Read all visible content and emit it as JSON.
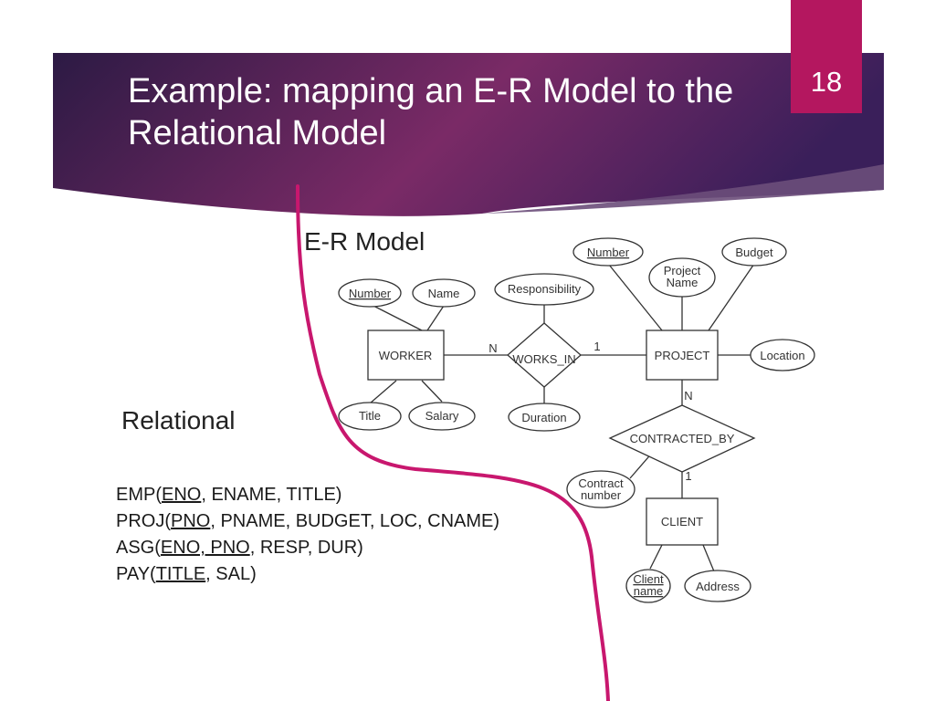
{
  "slide": {
    "title": "Example: mapping an E-R Model to the Relational Model",
    "page_number": "18"
  },
  "er_section": {
    "label": "E-R Model"
  },
  "relational_section": {
    "label": "Relational"
  },
  "er_diagram": {
    "entities": [
      "WORKER",
      "PROJECT",
      "CLIENT"
    ],
    "relationships": [
      "WORKS_IN",
      "CONTRACTED_BY"
    ],
    "attributes": {
      "worker": [
        "Number",
        "Name",
        "Title",
        "Salary"
      ],
      "works_in": [
        "Responsibility",
        "Duration"
      ],
      "project": [
        "Number",
        "Project Name",
        "Budget",
        "Location"
      ],
      "contracted_by": [
        "Contract number"
      ],
      "client": [
        "Client name",
        "Address"
      ]
    },
    "cardinalities": {
      "worker_works_in": "N",
      "works_in_project": "1",
      "project_contracted_by": "N",
      "contracted_by_client": "1"
    }
  },
  "relations": [
    {
      "open": "EMP(",
      "key": "ENO",
      "rest": ", ENAME, TITLE)"
    },
    {
      "open": "PROJ(",
      "key": "PNO",
      "rest": ", PNAME, BUDGET, LOC, CNAME)"
    },
    {
      "open": "ASG(",
      "key": "ENO, PNO",
      "rest": ", RESP, DUR)"
    },
    {
      "open": "PAY(",
      "key": "TITLE",
      "rest": ", SAL)"
    }
  ],
  "colors": {
    "banner_gradient": [
      "#2c1a44",
      "#7a2a66",
      "#3a1f5a"
    ],
    "accent": "#b4175f",
    "divider": "#c8176e",
    "banner_edge": "#6b4e7a"
  }
}
